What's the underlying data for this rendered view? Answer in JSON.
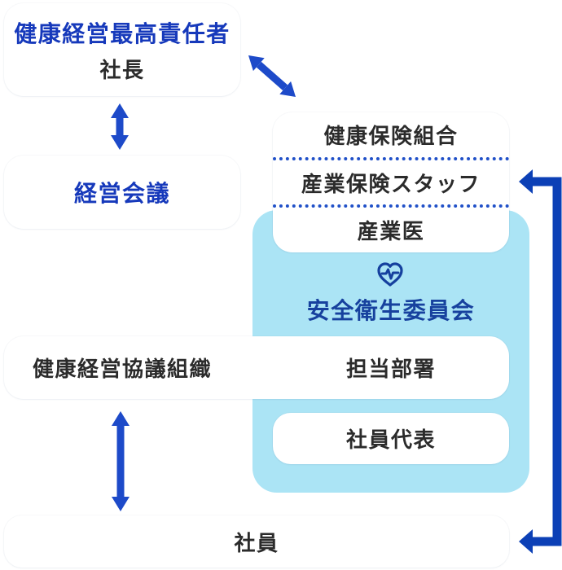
{
  "colors": {
    "accent_text_blue": "#1639bb",
    "committee_blue": "#17419e",
    "arrow_blue": "#1d4ac9",
    "connector_blue": "#0c40b6",
    "panel_light_blue": "#abe4f5",
    "dotted_divider_blue": "#2050c8",
    "dark_text": "#2b2b2b",
    "card_background": "#ffffff"
  },
  "boxes": {
    "ceo": {
      "title": "健康経営最高責任者",
      "subtitle": "社長"
    },
    "management_meeting": {
      "label": "経営会議"
    },
    "insurance_stack": {
      "rows": [
        "健康保険組合",
        "産業保険スタッフ",
        "産業医"
      ]
    },
    "safety_committee": {
      "label": "安全衛生委員会",
      "icon": "heart-pulse-icon"
    },
    "council": {
      "label": "健康経営協議組織"
    },
    "department": {
      "label": "担当部署"
    },
    "employee_rep": {
      "label": "社員代表"
    },
    "employees": {
      "label": "社員"
    }
  }
}
